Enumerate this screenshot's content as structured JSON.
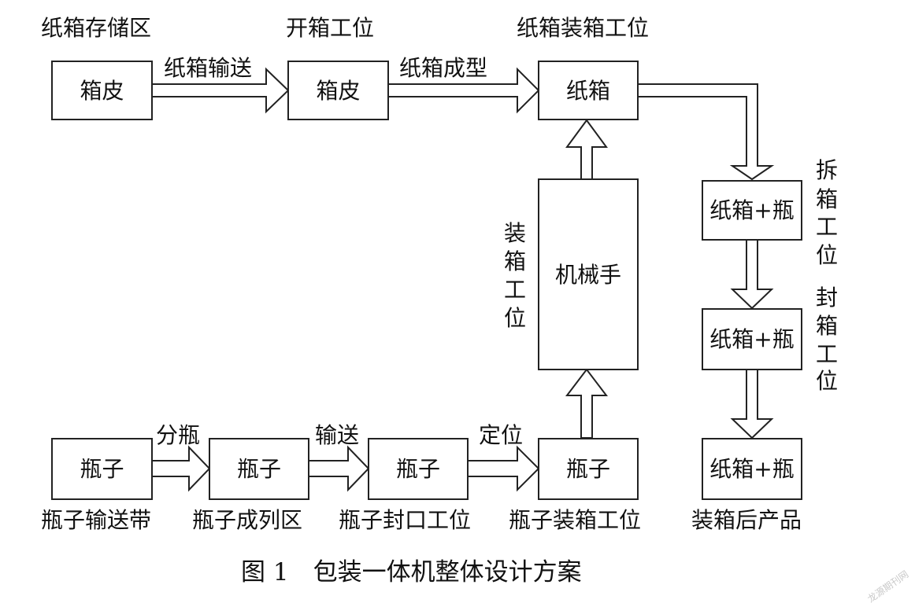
{
  "boxes": {
    "box_carton_storage": "箱皮",
    "box_carton_open": "箱皮",
    "box_carton_formed": "纸箱",
    "box_robot": "机械手",
    "box_unpack_station": "纸箱+瓶",
    "box_seal_station": "纸箱+瓶",
    "box_final_product": "纸箱+瓶",
    "box_bottle_conveyor": "瓶子",
    "box_bottle_rows": "瓶子",
    "box_bottle_seal": "瓶子",
    "box_bottle_pack": "瓶子"
  },
  "zones": {
    "carton_storage_area": "纸箱存储区",
    "carton_open_station": "开箱工位",
    "carton_packing_station": "纸箱装箱工位",
    "bottle_conveyor_belt": "瓶子输送带",
    "bottle_row_area": "瓶子成列区",
    "bottle_seal_station": "瓶子封口工位",
    "bottle_pack_station": "瓶子装箱工位",
    "packed_product": "装箱后产品"
  },
  "arrows": {
    "carton_convey": "纸箱输送",
    "carton_forming": "纸箱成型",
    "bottle_split": "分瓶",
    "bottle_convey": "输送",
    "bottle_position": "定位"
  },
  "vertical_labels": {
    "packing_station": [
      "装",
      "箱",
      "工",
      "位"
    ],
    "unpack_station": [
      "拆",
      "箱",
      "工",
      "位"
    ],
    "seal_station": [
      "封",
      "箱",
      "工",
      "位"
    ]
  },
  "caption": "图 1　包装一体机整体设计方案",
  "watermark": "龙源期刊网"
}
